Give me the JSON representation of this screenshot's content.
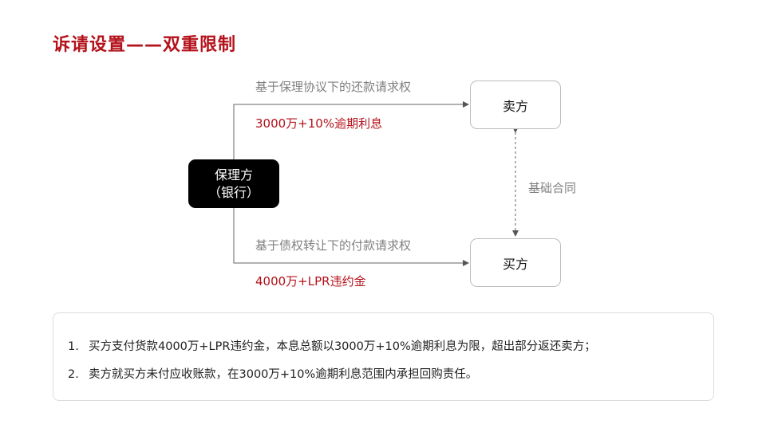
{
  "title": "诉请设置——双重限制",
  "diagram": {
    "factor": {
      "line1": "保理方",
      "line2": "（银行）"
    },
    "seller": "卖方",
    "buyer": "买方",
    "top_claim": {
      "label": "基于保理协议下的还款请求权",
      "amount": "3000万+10%逾期利息"
    },
    "bottom_claim": {
      "label": "基于债权转让下的付款请求权",
      "amount": "4000万+LPR违约金"
    },
    "contract_label": "基础合同"
  },
  "notes": [
    {
      "num": "1.",
      "text": "买方支付货款4000万+LPR违约金，本息总额以3000万+10%逾期利息为限，超出部分返还卖方；"
    },
    {
      "num": "2.",
      "text": "卖方就买方未付应收账款，在3000万+10%逾期利息范围内承担回购责任。"
    }
  ],
  "colors": {
    "accent": "#b4121b",
    "muted": "#808080"
  }
}
